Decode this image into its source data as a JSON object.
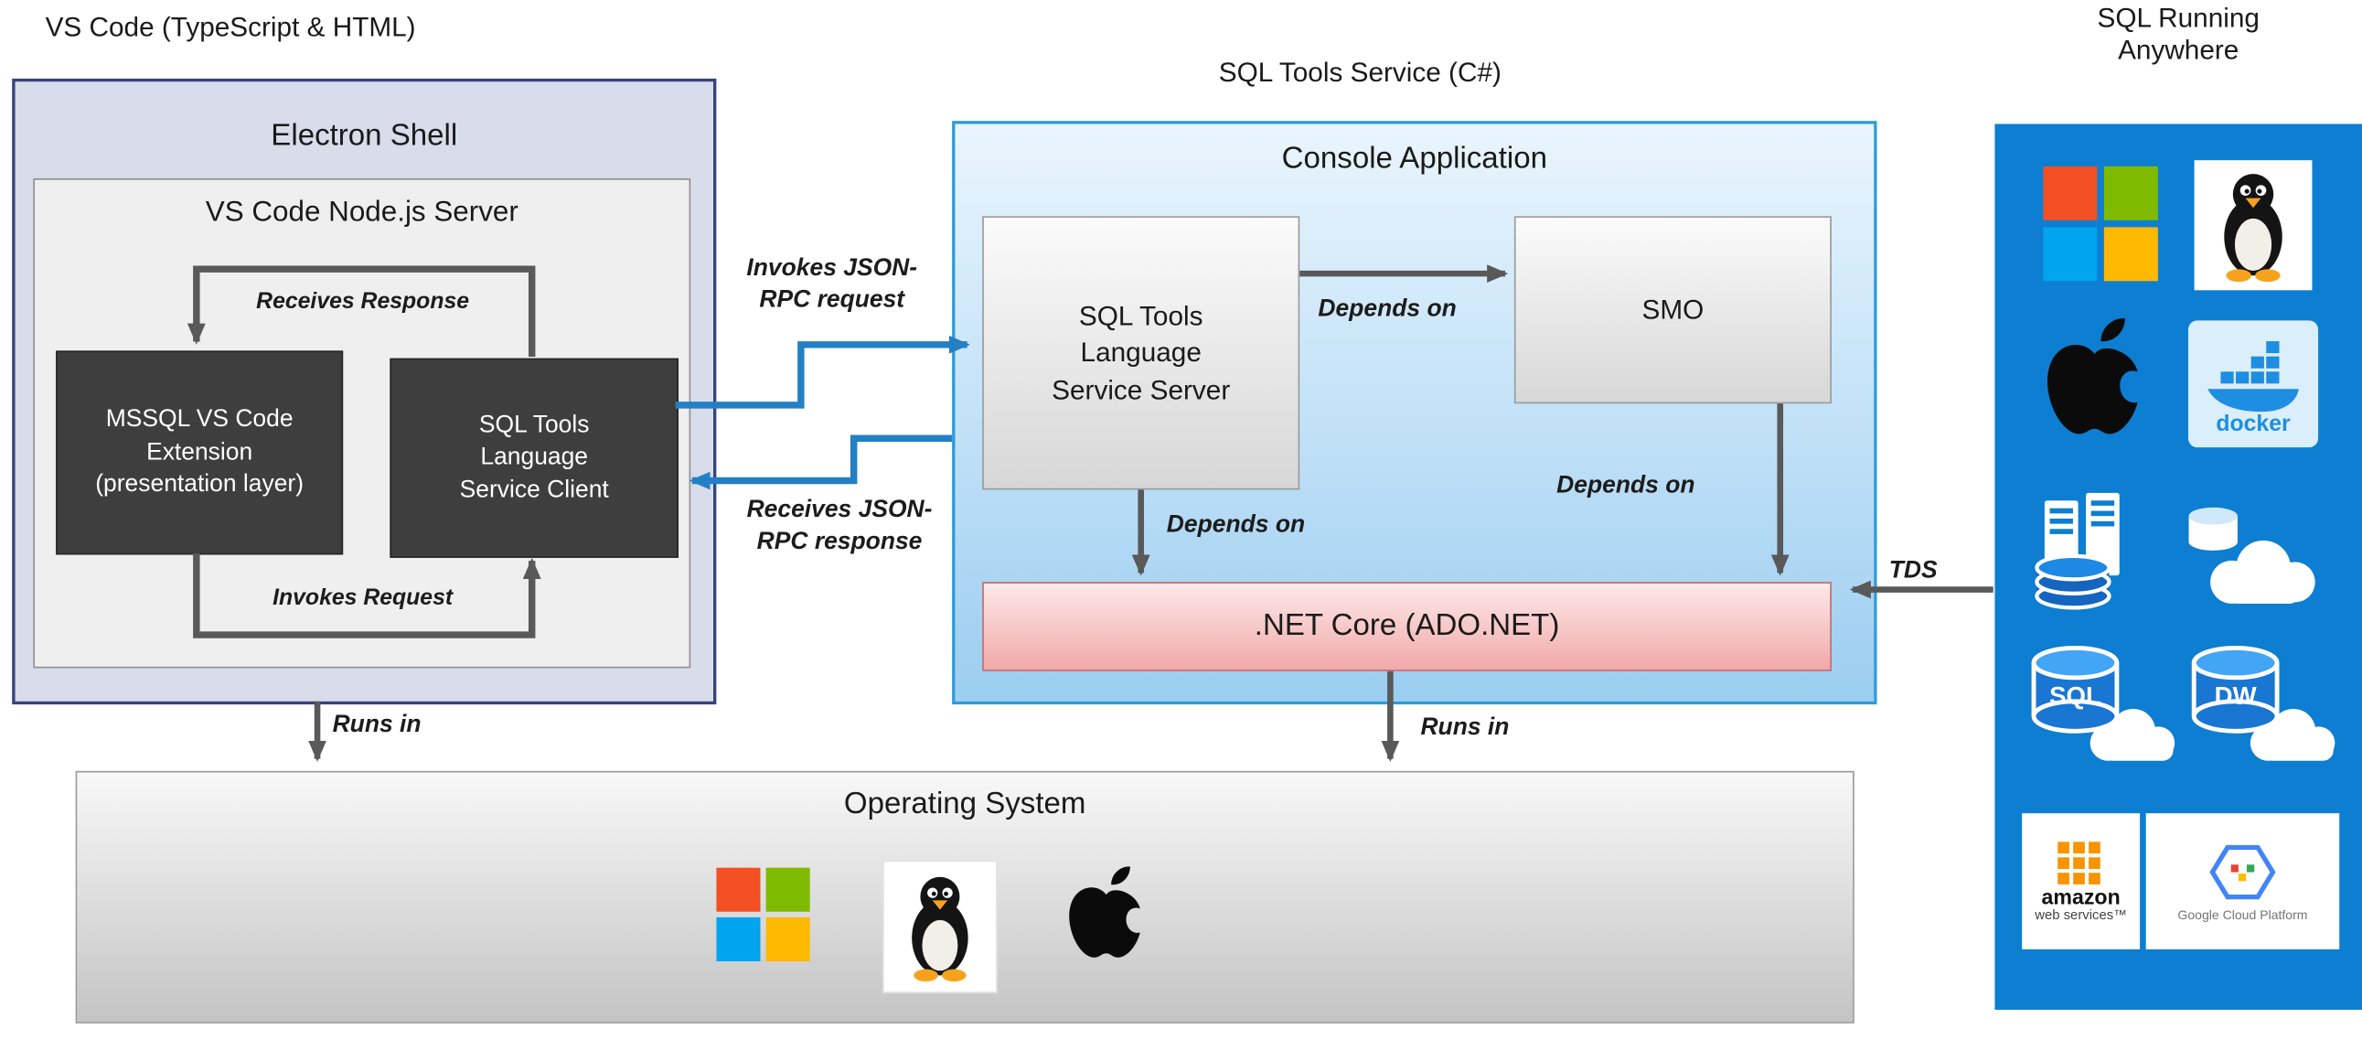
{
  "headers": {
    "vscode_title": "VS Code (TypeScript & HTML)",
    "sqltools_title": "SQL Tools Service (C#)",
    "anywhere_line1": "SQL Running",
    "anywhere_line2": "Anywhere"
  },
  "electron": {
    "title": "Electron Shell",
    "node_server_title": "VS Code Node.js Server",
    "mssql_extension": "MSSQL VS Code Extension (presentation layer)",
    "service_client": "SQL Tools Language Service Client"
  },
  "console": {
    "title": "Console Application",
    "service_server": "SQL Tools Language Service Server",
    "smo": "SMO",
    "netcore": ".NET Core (ADO.NET)"
  },
  "os": {
    "title": "Operating System"
  },
  "labels": {
    "receives_response": "Receives Response",
    "invokes_request": "Invokes Request",
    "invokes_jsonrpc_1": "Invokes JSON-",
    "invokes_jsonrpc_2": "RPC request",
    "receives_jsonrpc_1": "Receives JSON-",
    "receives_jsonrpc_2": "RPC response",
    "depends_on": "Depends on",
    "runs_in": "Runs in",
    "tds": "TDS"
  },
  "panel_icons": {
    "sql_db_label": "SQL",
    "dw_db_label": "DW",
    "docker_label": "docker",
    "aws_label_1": "amazon",
    "aws_label_2": "web services™",
    "gcp_label": "Google Cloud Platform"
  },
  "colors": {
    "panel_blue": "#0d7ed1",
    "arrow_dark": "#595959",
    "arrow_blue": "#2380c4",
    "electron_fill": "#d9dcea",
    "electron_border": "#36437c",
    "console_border": "#2e9bd6",
    "netcore_border": "#cf6868"
  },
  "icon_names": [
    "windows-icon",
    "linux-tux-icon",
    "apple-icon",
    "docker-icon",
    "sql-server-icon",
    "azure-db-cloud-icon",
    "sql-db-cloud-icon",
    "dw-db-cloud-icon",
    "aws-icon",
    "gcp-icon"
  ]
}
